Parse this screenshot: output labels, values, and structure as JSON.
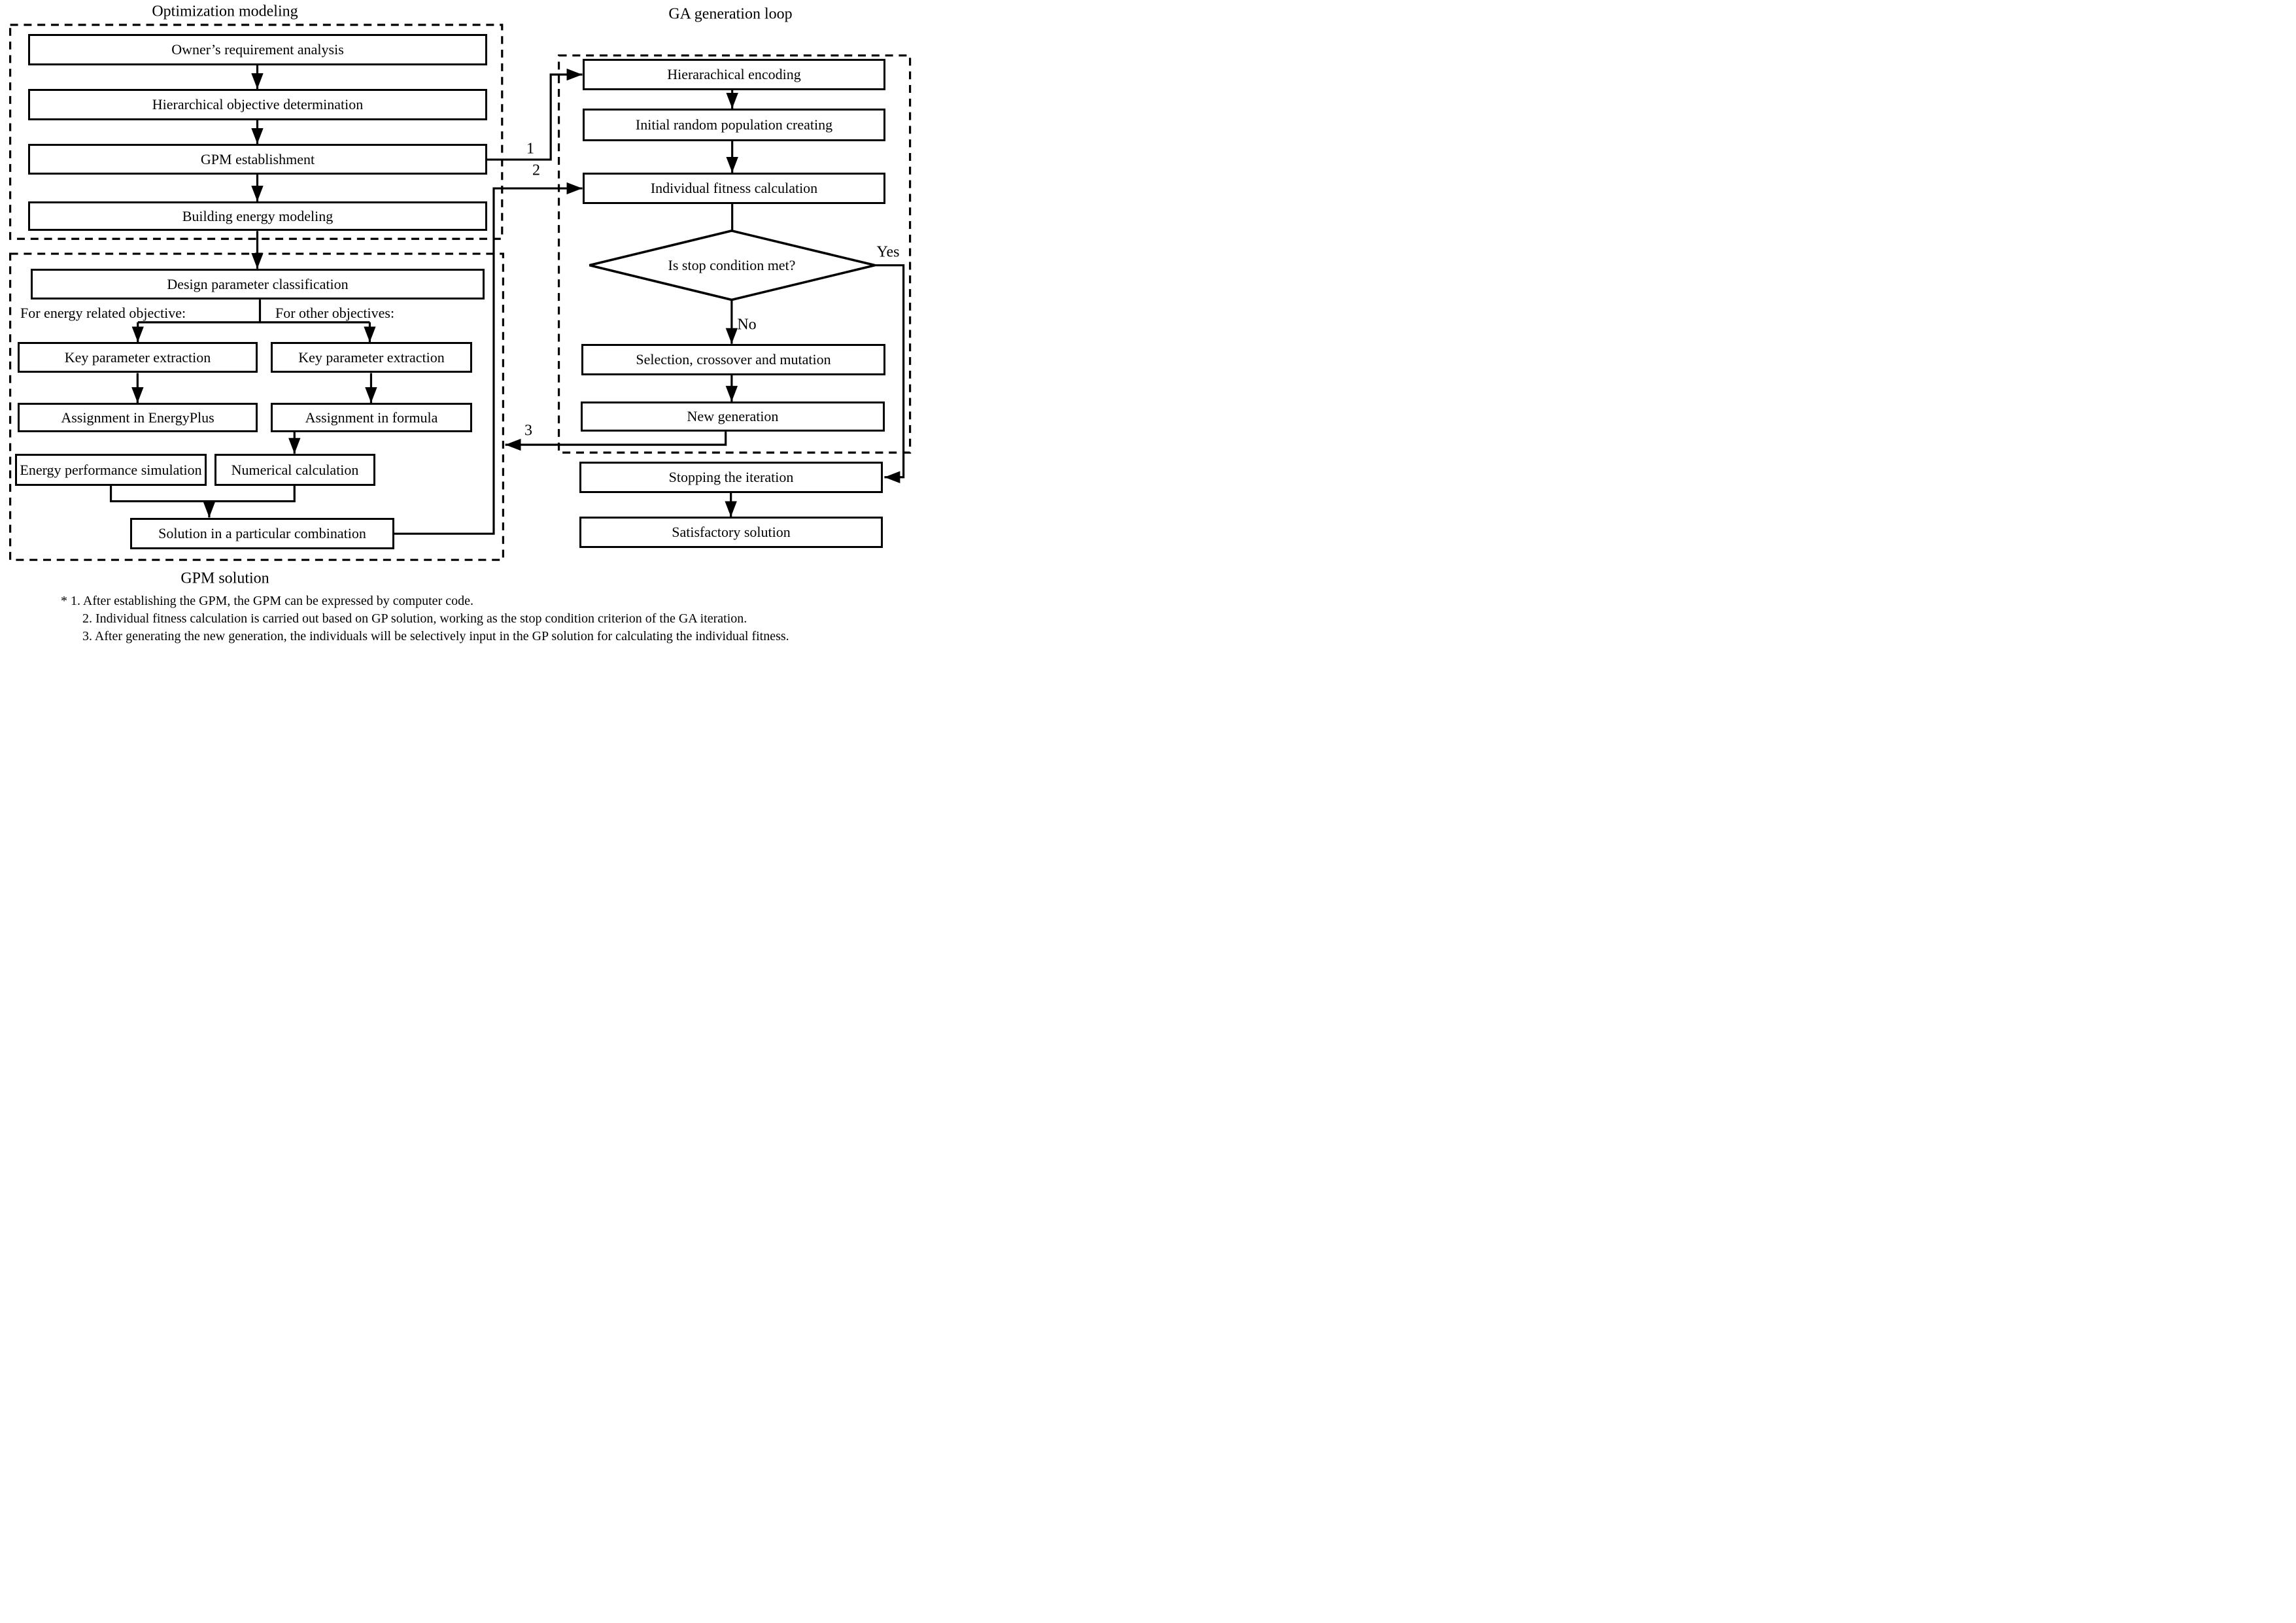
{
  "titles": {
    "optimization": "Optimization modeling",
    "ga": "GA generation loop",
    "gpm": "GPM solution"
  },
  "left_flow": {
    "boxes": [
      "Owner’s requirement analysis",
      "Hierarchical objective determination",
      "GPM establishment",
      "Building energy modeling"
    ]
  },
  "gpm_flow": {
    "classification": "Design parameter classification",
    "branch_left_label": "For energy related objective:",
    "branch_right_label": "For other objectives:",
    "energy_branch": [
      "Key parameter extraction",
      "Assignment in EnergyPlus",
      "Energy performance simulation"
    ],
    "other_branch": [
      "Key parameter extraction",
      "Assignment in formula",
      "Numerical calculation"
    ],
    "solution": "Solution in a particular combination"
  },
  "ga_flow": {
    "boxes": [
      "Hierarachical encoding",
      "Initial random population creating",
      "Individual fitness calculation"
    ],
    "decision": "Is stop condition met?",
    "yes_label": "Yes",
    "no_label": "No",
    "loop_boxes": [
      "Selection, crossover and mutation",
      "New generation"
    ],
    "post_boxes": [
      "Stopping the iteration",
      "Satisfactory solution"
    ]
  },
  "connector_labels": {
    "one": "1",
    "two": "2",
    "three": "3"
  },
  "footnotes": [
    "* 1. After establishing the GPM, the GPM can be expressed by computer code.",
    "2. Individual fitness calculation is carried out based on GP solution, working as the stop condition criterion of the GA iteration.",
    "3. After generating the new generation, the individuals will be selectively input in the GP solution for calculating the individual fitness."
  ]
}
